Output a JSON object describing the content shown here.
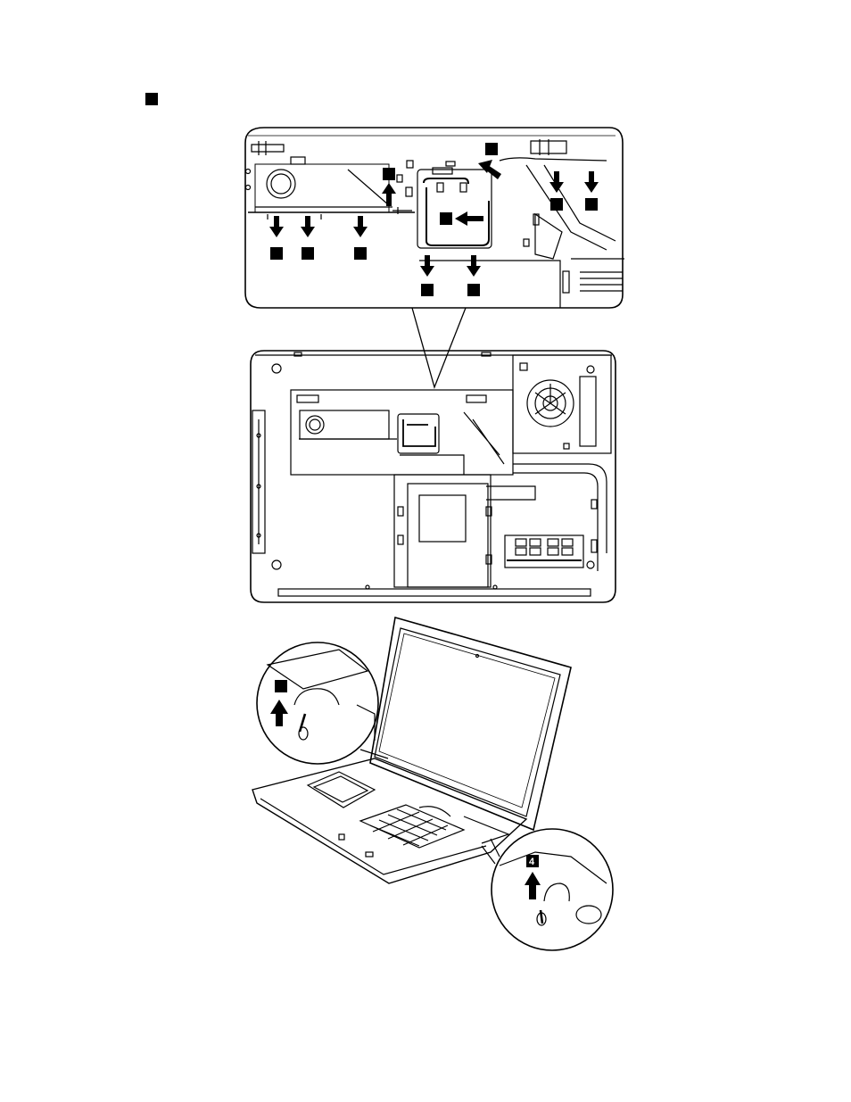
{
  "step": {
    "number": ""
  },
  "callouts": {
    "top_view": [
      "",
      "",
      "",
      "",
      "",
      "",
      "",
      "",
      "",
      "",
      "",
      ""
    ],
    "bottom_view": {
      "left": "",
      "right": "4"
    }
  },
  "figure": {
    "panels": [
      "detail-view",
      "base-overview",
      "isometric-laptop"
    ],
    "icons": [
      "arrow-down-icon",
      "arrow-up-icon",
      "arrow-left-icon",
      "fan-icon",
      "memory-module-icon",
      "cable-connector-icon"
    ]
  }
}
